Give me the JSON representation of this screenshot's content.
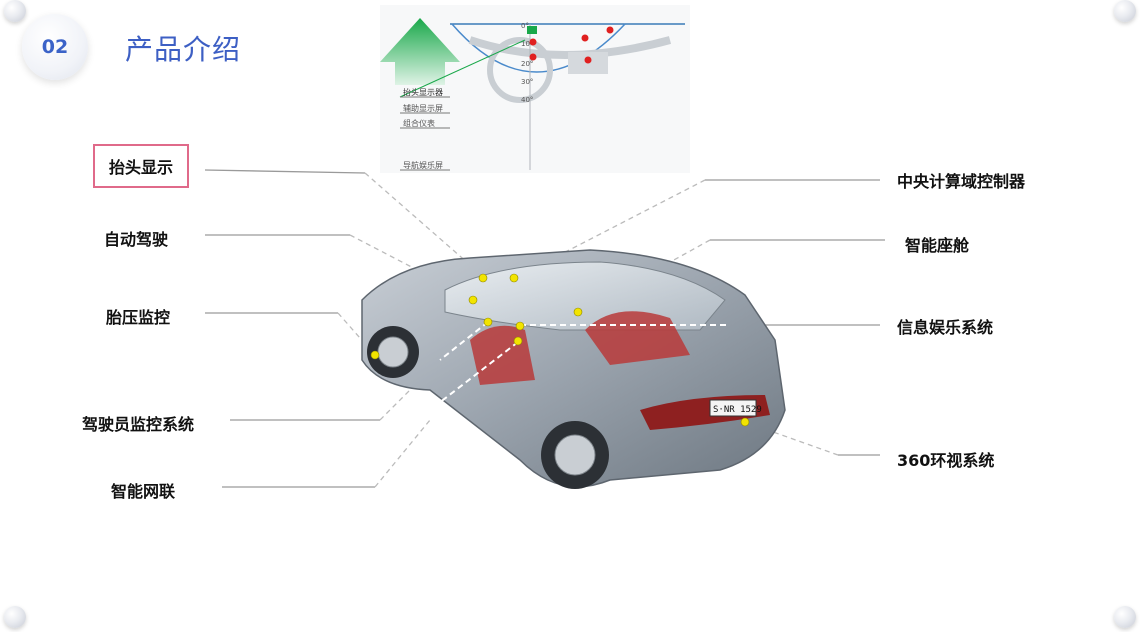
{
  "section_number": "02",
  "section_title": "产品介绍",
  "hud_diagram": {
    "layers": [
      "抬头显示器",
      "辅助显示屏",
      "组合仪表",
      "导航娱乐屏"
    ],
    "angles": [
      "0°",
      "10°",
      "20°",
      "30°",
      "40°"
    ]
  },
  "car": {
    "plate": "S·NR 1529"
  },
  "left_labels": [
    {
      "id": "hud",
      "text": "抬头显示",
      "highlighted": true
    },
    {
      "id": "autonomous-driving",
      "text": "自动驾驶"
    },
    {
      "id": "tire-pressure",
      "text": "胎压监控"
    },
    {
      "id": "driver-monitoring",
      "text": "驾驶员监控系统"
    },
    {
      "id": "connected-car",
      "text": "智能网联"
    }
  ],
  "right_labels": [
    {
      "id": "central-compute",
      "text": "中央计算域控制器"
    },
    {
      "id": "smart-cockpit",
      "text": "智能座舱"
    },
    {
      "id": "infotainment",
      "text": "信息娱乐系统"
    },
    {
      "id": "surround-view",
      "text": "360环视系统"
    }
  ],
  "colors": {
    "accent": "#3d5fc4",
    "highlight_border": "#e06a8a",
    "marker": "#f2e400",
    "hud_arrow": "#19a84a"
  }
}
